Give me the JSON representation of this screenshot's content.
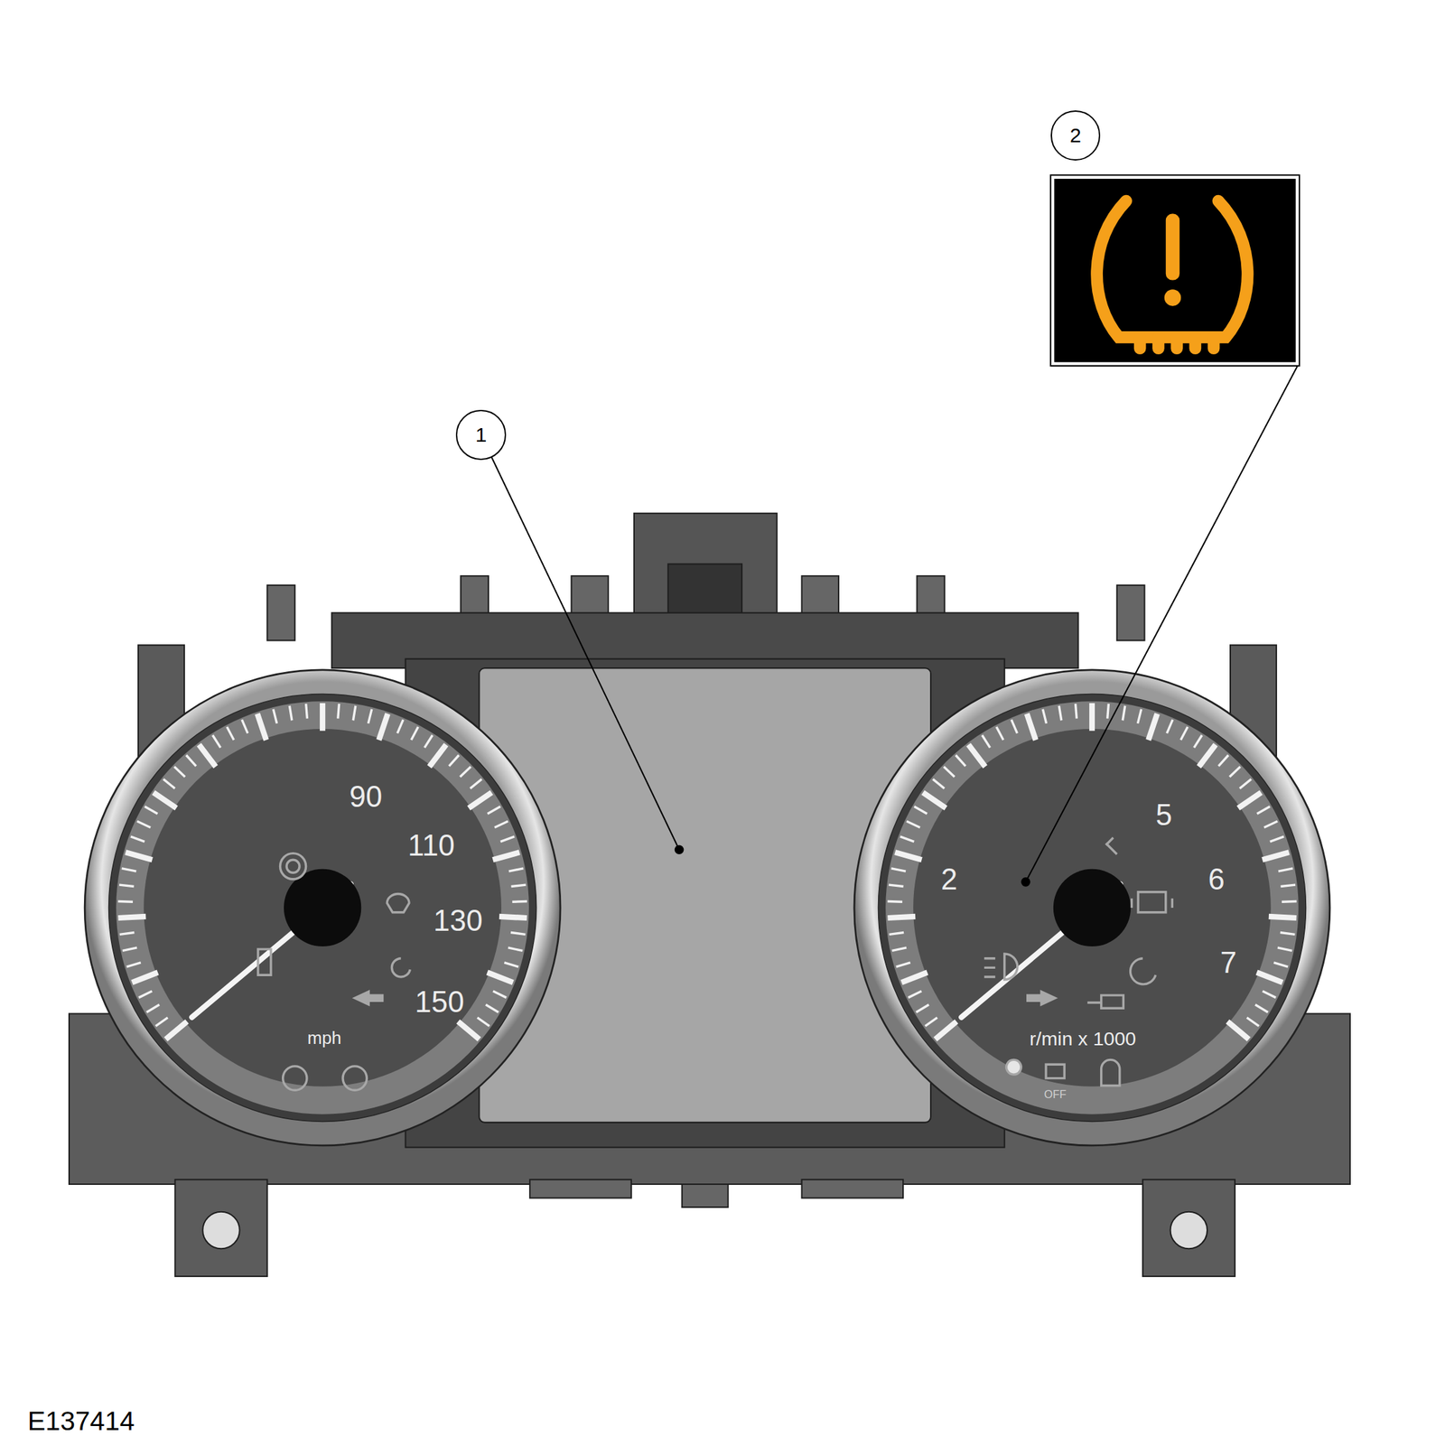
{
  "diagram": {
    "nodes": [
      {
        "text": [
          "1"
        ]
      },
      {
        "text": [
          "2"
        ]
      }
    ],
    "labels": [
      "90",
      "110",
      "130",
      "150",
      "mph",
      "2",
      "5",
      "6",
      "7",
      "r/min x 1000",
      "OFF",
      "E137414"
    ]
  }
}
